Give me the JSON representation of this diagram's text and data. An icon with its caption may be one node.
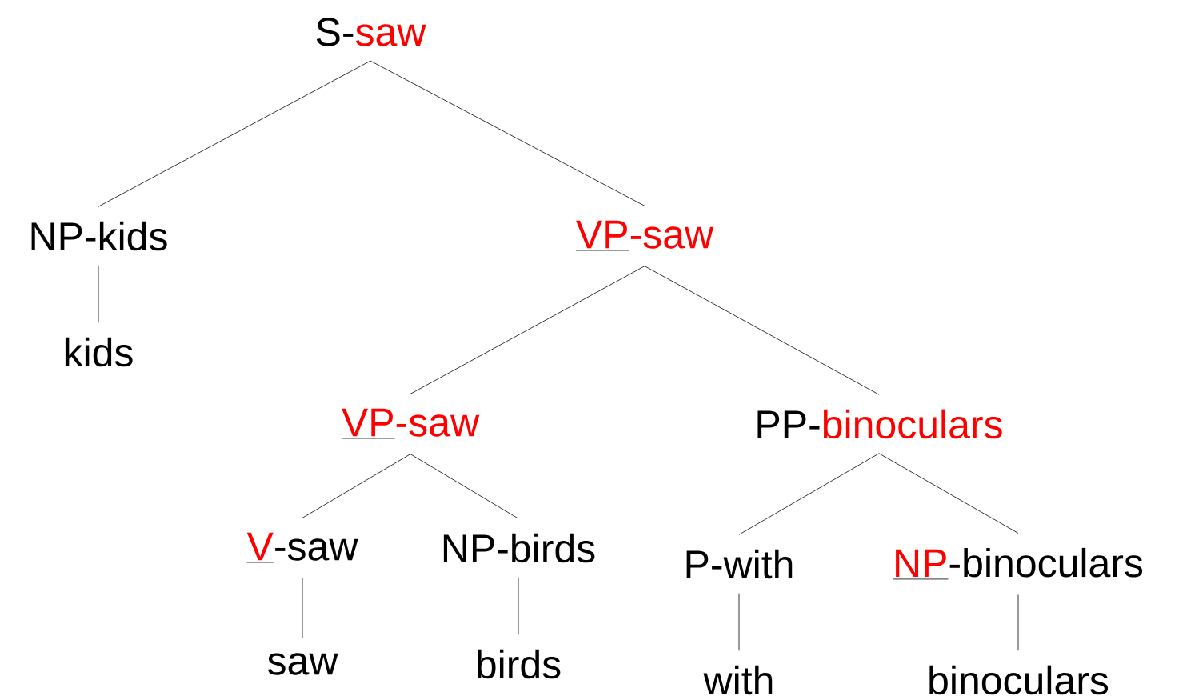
{
  "diagram": {
    "nodes": [
      {
        "text": [
          "S-",
          "saw"
        ]
      },
      {
        "text": [
          "NP-kids"
        ]
      },
      {
        "text": [
          "VP",
          "-saw"
        ]
      },
      {
        "text": [
          "kids"
        ]
      },
      {
        "text": [
          "VP",
          "-saw"
        ]
      },
      {
        "text": [
          "PP-",
          "binoculars"
        ]
      },
      {
        "text": [
          "V",
          "-saw"
        ]
      },
      {
        "text": [
          "NP-birds"
        ]
      },
      {
        "text": [
          "P-with"
        ]
      },
      {
        "text": [
          "NP",
          "-binoculars"
        ]
      },
      {
        "text": [
          "saw"
        ]
      },
      {
        "text": [
          "birds"
        ]
      },
      {
        "text": [
          "with"
        ]
      },
      {
        "text": [
          "binoculars"
        ]
      }
    ],
    "edges": [
      {
        "from": 0,
        "to": 1,
        "arrow": "none"
      },
      {
        "from": 0,
        "to": 2,
        "arrow": "none"
      },
      {
        "from": 1,
        "to": 3,
        "arrow": "none"
      },
      {
        "from": 2,
        "to": 4,
        "arrow": "none"
      },
      {
        "from": 2,
        "to": 5,
        "arrow": "none"
      },
      {
        "from": 4,
        "to": 6,
        "arrow": "none"
      },
      {
        "from": 4,
        "to": 7,
        "arrow": "none"
      },
      {
        "from": 5,
        "to": 8,
        "arrow": "none"
      },
      {
        "from": 5,
        "to": 9,
        "arrow": "none"
      },
      {
        "from": 6,
        "to": 10,
        "arrow": "none"
      },
      {
        "from": 7,
        "to": 11,
        "arrow": "none"
      },
      {
        "from": 8,
        "to": 12,
        "arrow": "none"
      },
      {
        "from": 9,
        "to": 13,
        "arrow": "none"
      }
    ]
  }
}
